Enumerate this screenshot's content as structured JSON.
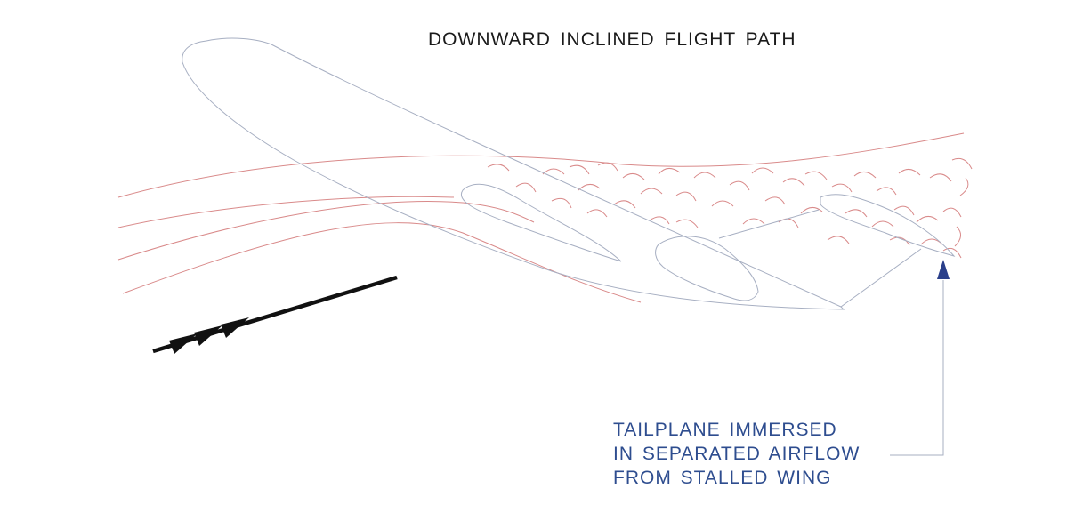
{
  "title": "DOWNWARD INCLINED FLIGHT PATH",
  "caption": {
    "line1": "TAILPLANE IMMERSED",
    "line2": "IN SEPARATED AIRFLOW",
    "line3": "FROM STALLED WING"
  },
  "colors": {
    "outline": "#a7afc2",
    "airflow": "#d98a8a",
    "arrow": "#111111",
    "pointer": "#2a3f8a",
    "caption": "#2e4d8f"
  },
  "icons": {
    "flight_path_arrow": "triple-chevron-arrow-icon",
    "pointer_arrow": "up-arrow-icon"
  }
}
